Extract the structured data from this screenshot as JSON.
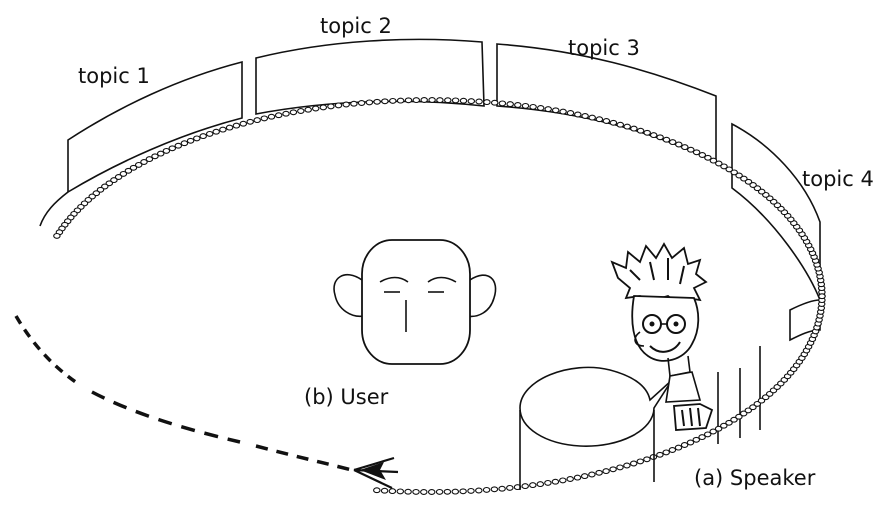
{
  "diagram": {
    "topics": [
      {
        "label": "topic 1"
      },
      {
        "label": "topic 2"
      },
      {
        "label": "topic 3"
      },
      {
        "label": "topic 4"
      }
    ],
    "user_label": "(b) User",
    "speaker_label": "(a) Speaker"
  }
}
